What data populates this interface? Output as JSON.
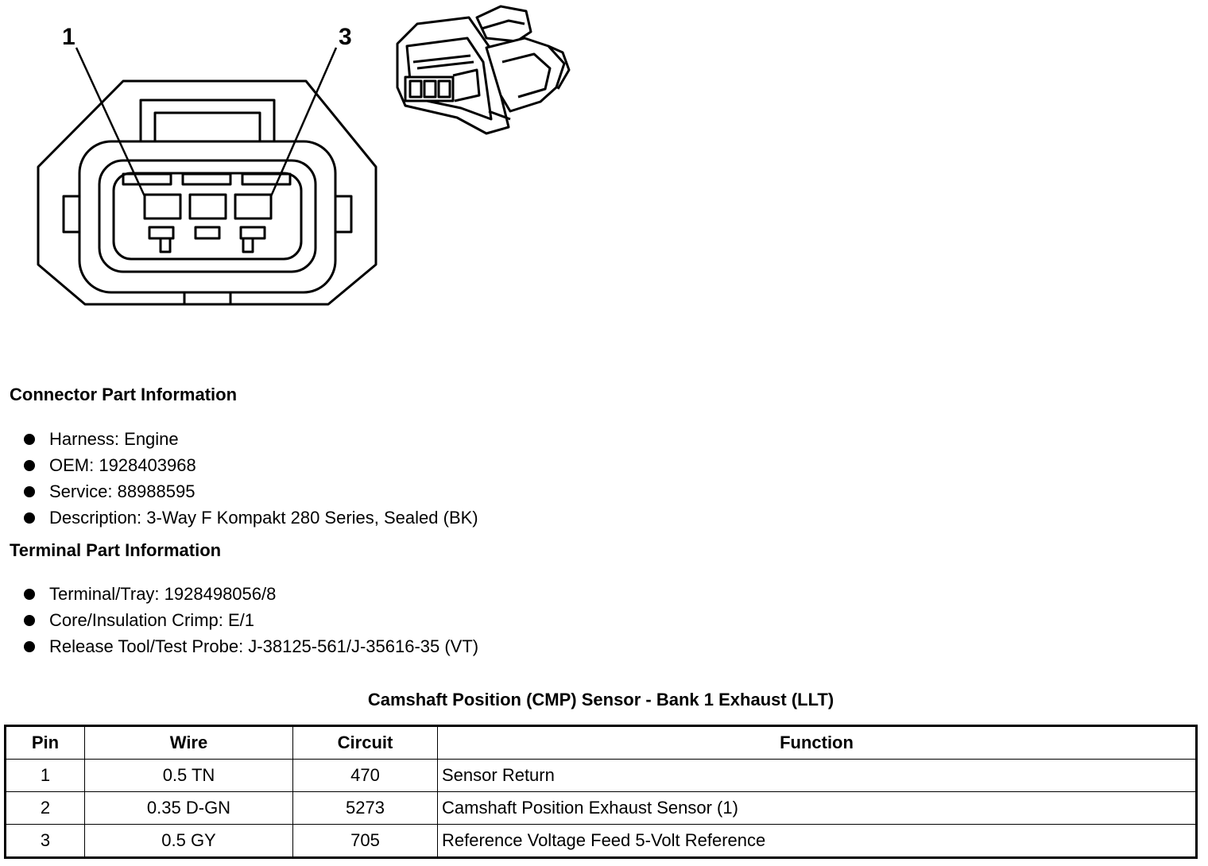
{
  "diagram": {
    "pin_labels": [
      "1",
      "3"
    ]
  },
  "connector_info": {
    "title": "Connector Part Information",
    "items": [
      "Harness: Engine",
      "OEM: 1928403968",
      "Service: 88988595",
      "Description: 3-Way F Kompakt 280 Series, Sealed (BK)"
    ]
  },
  "terminal_info": {
    "title": "Terminal Part Information",
    "items": [
      "Terminal/Tray: 1928498056/8",
      "Core/Insulation Crimp: E/1",
      "Release Tool/Test Probe: J-38125-561/J-35616-35 (VT)"
    ]
  },
  "table": {
    "title": "Camshaft Position (CMP) Sensor - Bank 1 Exhaust (LLT)",
    "headers": [
      "Pin",
      "Wire",
      "Circuit",
      "Function"
    ],
    "rows": [
      [
        "1",
        "0.5 TN",
        "470",
        "Sensor Return"
      ],
      [
        "2",
        "0.35 D-GN",
        "5273",
        "Camshaft Position Exhaust Sensor (1)"
      ],
      [
        "3",
        "0.5 GY",
        "705",
        "Reference Voltage Feed 5-Volt Reference"
      ]
    ]
  }
}
